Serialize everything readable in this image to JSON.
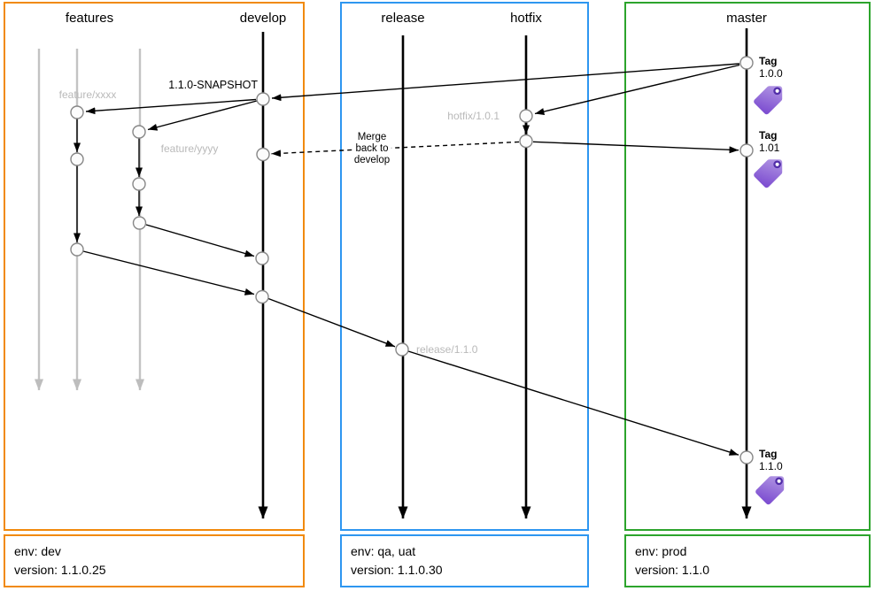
{
  "branches": {
    "features": "features",
    "develop": "develop",
    "release": "release",
    "hotfix": "hotfix",
    "master": "master"
  },
  "annotations": {
    "snapshot": "1.1.0-SNAPSHOT",
    "feature_xxxx": "feature/xxxx",
    "feature_yyyy": "feature/yyyy",
    "hotfix_101": "hotfix/1.0.1",
    "release_110": "release/1.1.0",
    "merge_note": "Merge\nback to\ndevelop"
  },
  "tags": [
    {
      "label": "Tag",
      "version": "1.0.0"
    },
    {
      "label": "Tag",
      "version": "1.01"
    },
    {
      "label": "Tag",
      "version": "1.1.0"
    }
  ],
  "environments": {
    "dev": {
      "env": "env: dev",
      "version": "version: 1.1.0.25"
    },
    "qa": {
      "env": "env: qa, uat",
      "version": "version: 1.1.0.30"
    },
    "prod": {
      "env": "env: prod",
      "version": "version: 1.1.0"
    }
  },
  "colors": {
    "features_develop_border": "#f18a0c",
    "release_hotfix_border": "#2e96f0",
    "master_border": "#2ca42c",
    "tag_icon_purple": "#7e4fd1",
    "inactive_gray": "#c3c3c3"
  }
}
